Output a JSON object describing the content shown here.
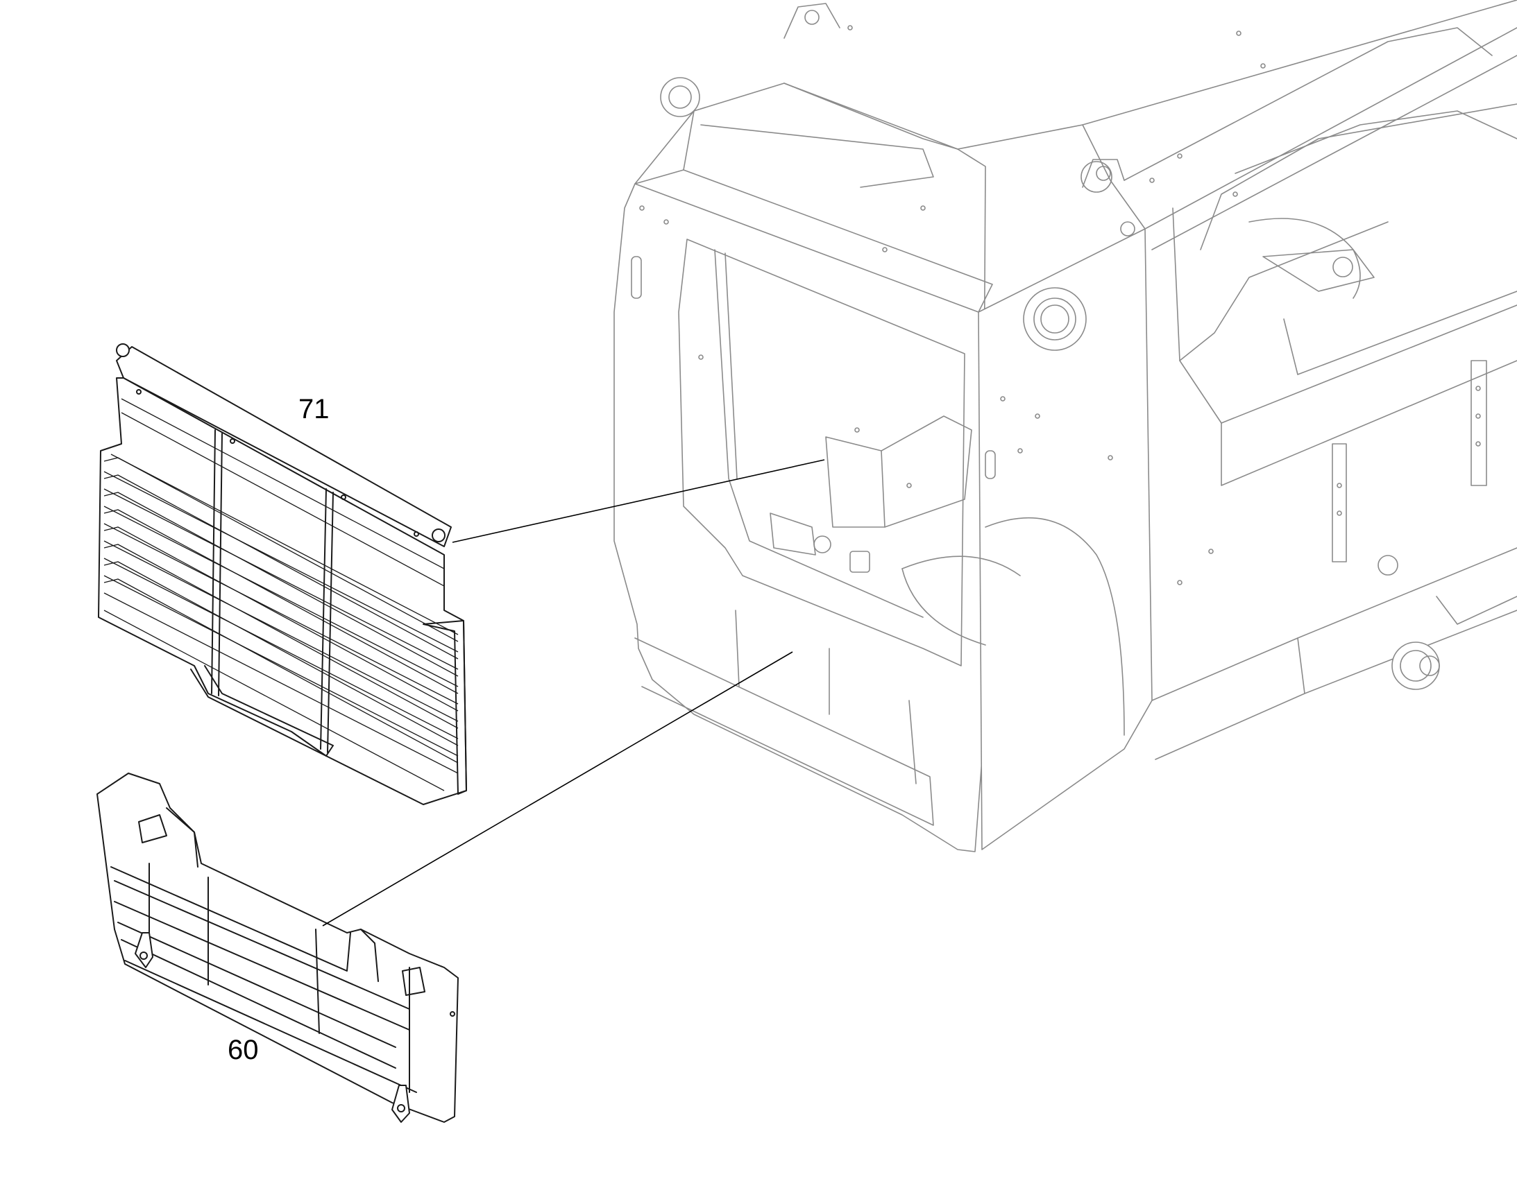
{
  "diagram": {
    "callouts": [
      {
        "id": "grille-upper",
        "label": "71"
      },
      {
        "id": "grille-lower",
        "label": "60"
      }
    ]
  }
}
